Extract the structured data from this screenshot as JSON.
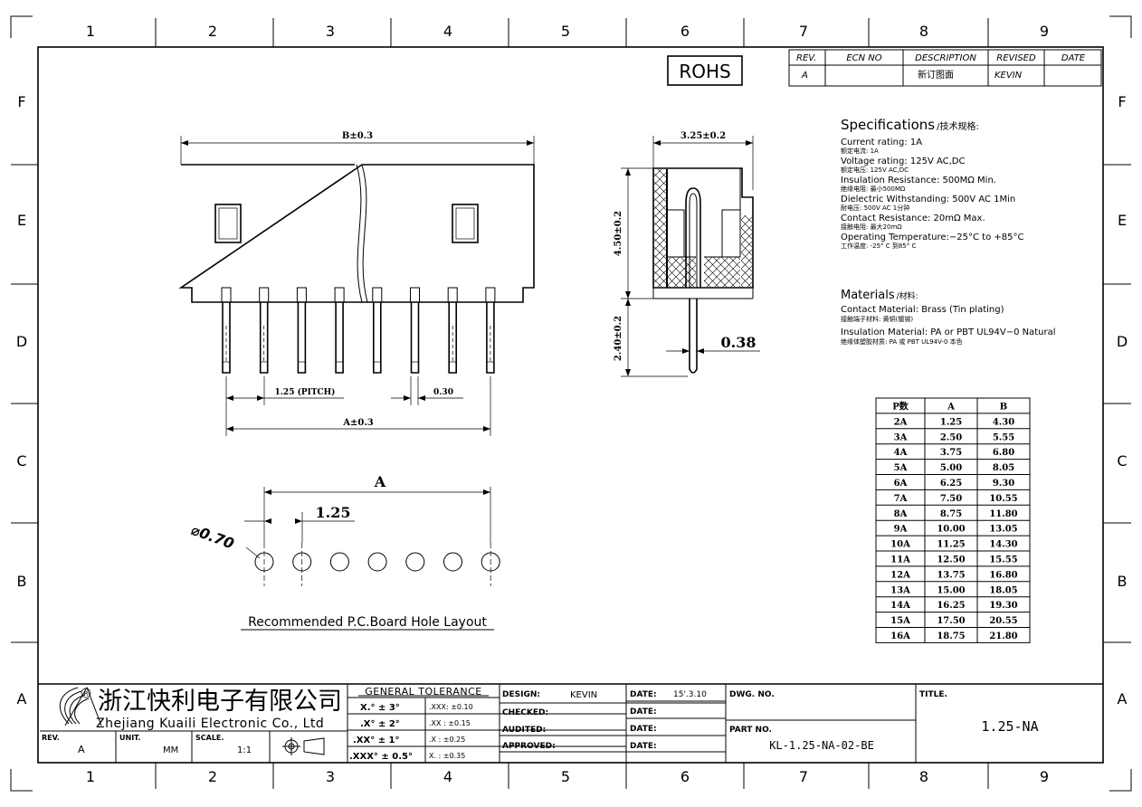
{
  "frame": {
    "zone_cols": [
      "1",
      "2",
      "3",
      "4",
      "5",
      "6",
      "7",
      "8",
      "9"
    ],
    "zone_rows": [
      "F",
      "E",
      "D",
      "C",
      "B",
      "A"
    ]
  },
  "rohs": "ROHS",
  "revision_table": {
    "headers": [
      "REV.",
      "ECN NO",
      "DESCRIPTION",
      "REVISED",
      "DATE"
    ],
    "row": [
      "A",
      "",
      "新订图面",
      "KEVIN",
      ""
    ]
  },
  "specifications": {
    "title": "Specifications",
    "title_cn": "/技术规格:",
    "items": [
      {
        "en": "Current rating: 1A",
        "cn": "额定电流: 1A"
      },
      {
        "en": "Voltage rating: 125V AC,DC",
        "cn": "额定电压: 125V AC,DC"
      },
      {
        "en": "Insulation Resistance: 500MΩ Min.",
        "cn": "绝缘电阻: 最小500MΩ"
      },
      {
        "en": "Dielectric Withstanding:  500V AC  1Min",
        "cn": "耐电压: 500V AC 1分钟"
      },
      {
        "en": "Contact Resistance:  20mΩ Max.",
        "cn": "接触电阻: 最大20mΩ"
      },
      {
        "en": "Operating Temperature:−25°C to +85°C",
        "cn": "工作温度: -25° C 到85° C"
      }
    ]
  },
  "materials": {
    "title": "Materials",
    "title_cn": "/材料:",
    "items": [
      {
        "en": "Contact Material: Brass (Tin plating)",
        "cn": "接触端子材料: 黄铜(镀锡)"
      },
      {
        "en": "Insulation Material: PA or PBT UL94V−0 Natural",
        "cn": "绝缘体塑胶材质: PA 或 PBT UL94V-0 本色"
      }
    ]
  },
  "front_view": {
    "dim_b": "B±0.3",
    "dim_pitch": "1.25 (PITCH)",
    "dim_pin": "0.30",
    "dim_a": "A±0.3"
  },
  "side_view": {
    "dim_width": "3.25±0.2",
    "dim_height": "4.50±0.2",
    "dim_pin_len": "2.40±0.2",
    "dim_pin_thk": "0.38"
  },
  "pcb_layout": {
    "dim_a": "A",
    "dim_pitch": "1.25",
    "dim_hole": "⌀0.70",
    "caption": "Recommended  P.C.Board Hole  Layout"
  },
  "dimension_table": {
    "headers": [
      "P数",
      "A",
      "B"
    ],
    "rows": [
      [
        "2A",
        "1.25",
        "4.30"
      ],
      [
        "3A",
        "2.50",
        "5.55"
      ],
      [
        "4A",
        "3.75",
        "6.80"
      ],
      [
        "5A",
        "5.00",
        "8.05"
      ],
      [
        "6A",
        "6.25",
        "9.30"
      ],
      [
        "7A",
        "7.50",
        "10.55"
      ],
      [
        "8A",
        "8.75",
        "11.80"
      ],
      [
        "9A",
        "10.00",
        "13.05"
      ],
      [
        "10A",
        "11.25",
        "14.30"
      ],
      [
        "11A",
        "12.50",
        "15.55"
      ],
      [
        "12A",
        "13.75",
        "16.80"
      ],
      [
        "13A",
        "15.00",
        "18.05"
      ],
      [
        "14A",
        "16.25",
        "19.30"
      ],
      [
        "15A",
        "17.50",
        "20.55"
      ],
      [
        "16A",
        "18.75",
        "21.80"
      ]
    ]
  },
  "title_block": {
    "company_cn": "浙江快利电子有限公司",
    "company_en": "Zhejiang  Kuaili  Electronic  Co., Ltd",
    "rev_label": "REV.",
    "rev_value": "A",
    "unit_label": "UNIT.",
    "unit_value": "MM",
    "scale_label": "SCALE.",
    "scale_value": "1:1",
    "tolerance_title": "GENERAL  TOLERANCE",
    "angular": [
      "X.° ± 3°",
      ".X° ± 2°",
      ".XX° ± 1°",
      ".XXX° ± 0.5°"
    ],
    "linear": [
      ".XXX:   ±0.10",
      ".XX  :   ±0.15",
      ".X    :   ±0.25",
      "X.    :   ±0.35"
    ],
    "design_label": "DESIGN:",
    "design_value": "KEVIN",
    "checked_label": "CHECKED:",
    "audited_label": "AUDITED:",
    "approved_label": "APPROVED:",
    "date_label": "DATE:",
    "design_date": "15'.3.10",
    "dwg_no_label": "DWG. NO.",
    "part_no_label": "PART NO.",
    "part_no_value": "KL-1.25-NA-02-BE",
    "title_label": "TITLE.",
    "title_value": "1.25-NA"
  }
}
